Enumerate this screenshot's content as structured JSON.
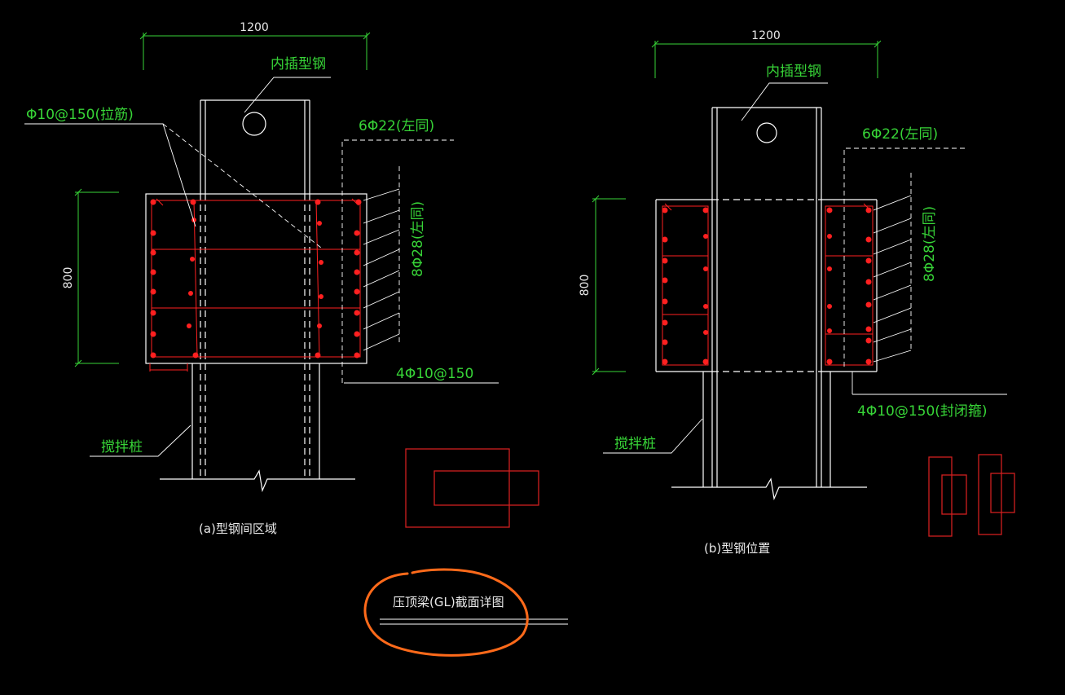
{
  "colors": {
    "background": "#000000",
    "outline": "#ffffff",
    "rebar": "#ff2020",
    "dimension": "#37d437",
    "label": "#37d437",
    "caption": "#e8e8e8",
    "highlight": "#ff6a1a"
  },
  "left": {
    "width_dim": "1200",
    "height_dim": "800",
    "steel_label": "内插型钢",
    "tie_label": "Φ10@150(拉筋)",
    "top_bar_label": "6Φ22(左同)",
    "side_bar_label": "8Φ28(左同)",
    "stirrup_label": "4Φ10@150",
    "pile_label": "搅拌桩",
    "caption": "(a)型钢间区域"
  },
  "right": {
    "width_dim": "1200",
    "height_dim": "800",
    "steel_label": "内插型钢",
    "top_bar_label": "6Φ22(左同)",
    "side_bar_label": "8Φ28(左同)",
    "stirrup_label": "4Φ10@150(封闭箍)",
    "pile_label": "搅拌桩",
    "caption": "(b)型钢位置"
  },
  "title": "压顶梁(GL)截面详图"
}
